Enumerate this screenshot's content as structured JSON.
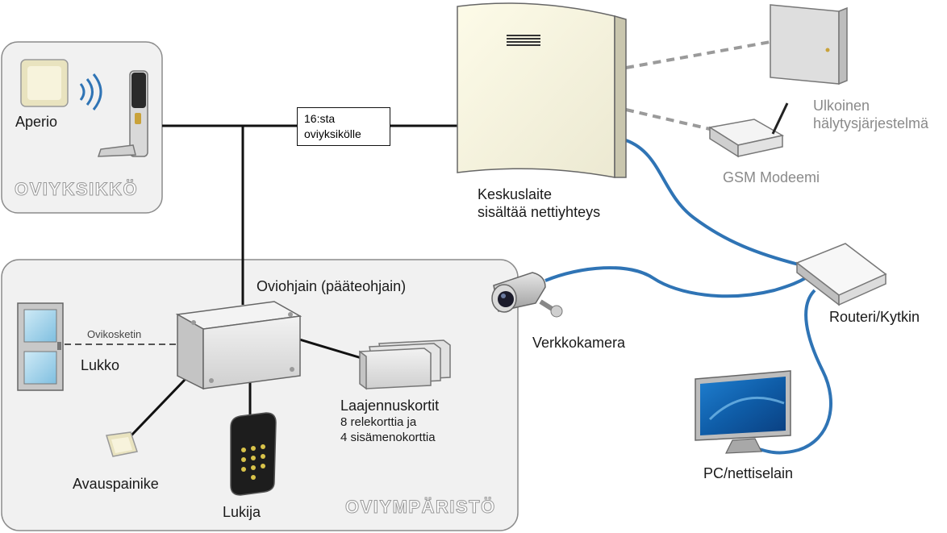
{
  "labels": {
    "aperio": "Aperio",
    "oviyksikko": "OVIYKSIKKÖ",
    "box_line1": "16:sta",
    "box_line2": "oviyksikölle",
    "keskuslaite_line1": "Keskuslaite",
    "keskuslaite_line2": "sisältää nettiyhteys",
    "ulkoinen_line1": "Ulkoinen",
    "ulkoinen_line2": "hälytysjärjestelmä",
    "gsm": "GSM Modeemi",
    "oviohjain": "Oviohjain (pääteohjain)",
    "ovikosketin": "Ovikosketin",
    "lukko": "Lukko",
    "verkkokamera": "Verkkokamera",
    "routeri": "Routeri/Kytkin",
    "laajennus_title": "Laajennuskortit",
    "laajennus_line1": "8 relekorttia ja",
    "laajennus_line2": "4 sisämenokorttia",
    "avauspainike": "Avauspainike",
    "lukija": "Lukija",
    "pc": "PC/nettiselain",
    "oviymparisto": "OVIYMPÄRISTÖ"
  },
  "colors": {
    "wire": "#111111",
    "network_cable": "#2f74b5",
    "dashed": "#9a9a9a",
    "panel_fill": "#f1f1f1",
    "panel_border": "#8c8c8c",
    "gray_text": "#8a8a8a"
  },
  "icons": {
    "reader": "aperio-reader-icon",
    "handle": "door-handle-icon",
    "server": "central-unit-icon",
    "alarm": "alarm-box-icon",
    "modem": "gsm-modem-icon",
    "router": "router-icon",
    "camera": "network-camera-icon",
    "controller": "door-controller-icon",
    "expansion": "expansion-cards-icon",
    "door": "door-icon",
    "button": "exit-button-icon",
    "keypad": "keypad-reader-icon",
    "monitor": "monitor-icon"
  }
}
